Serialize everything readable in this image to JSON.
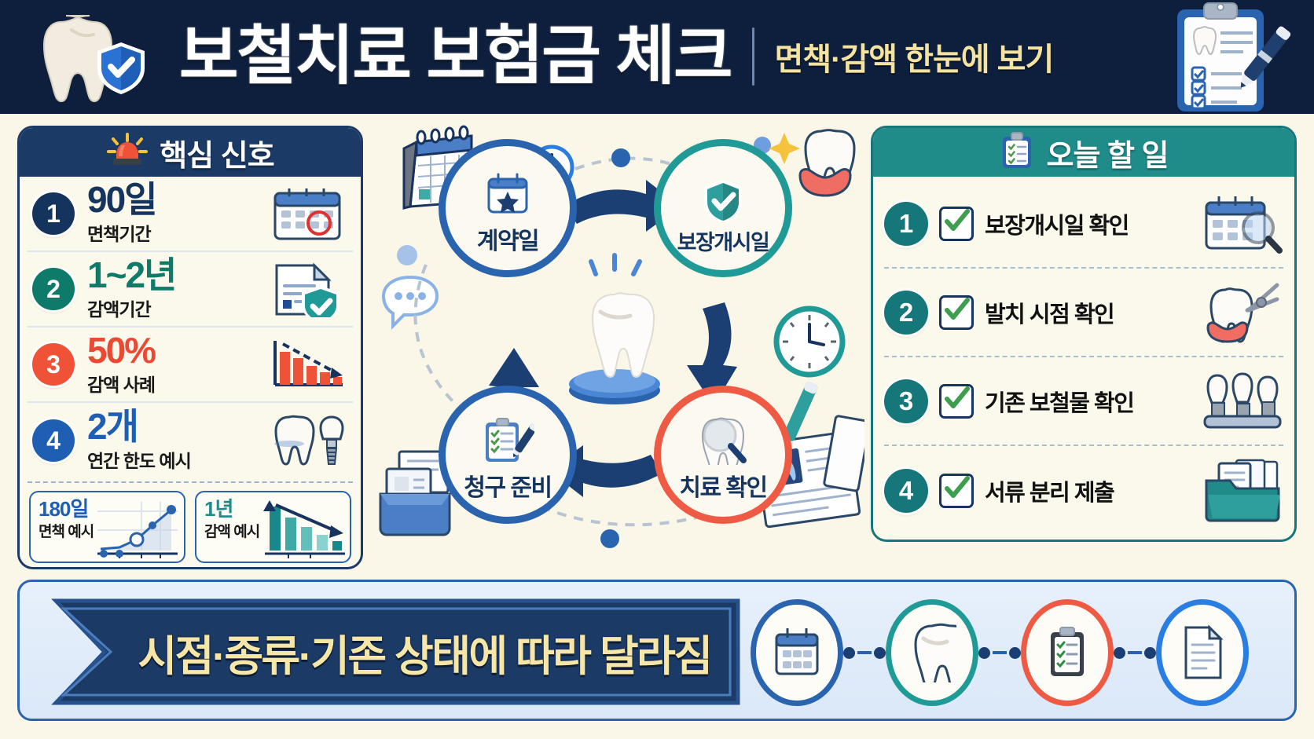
{
  "header": {
    "title": "보철치료 보험금 체크",
    "subtitle": "면책·감액 한눈에 보기",
    "left_icon": "tooth-shield-icon",
    "right_icon": "clipboard-pen-icon",
    "bg_color": "#0d1f3c",
    "subtitle_color": "#f4e3a1"
  },
  "left_panel": {
    "header_title": "핵심 신호",
    "header_icon": "siren-icon",
    "header_bg": "#1b3a66",
    "items": [
      {
        "num": "1",
        "big": "90일",
        "sub": "면책기간",
        "badge_color": "#14345e",
        "big_color": "#16355e",
        "icon": "calendar-circle-icon"
      },
      {
        "num": "2",
        "big": "1~2년",
        "sub": "감액기간",
        "badge_color": "#0d7a6a",
        "big_color": "#0d7a6a",
        "icon": "document-shield-icon"
      },
      {
        "num": "3",
        "big": "50%",
        "sub": "감액 사례",
        "badge_color": "#ef5236",
        "big_color": "#ea4a33",
        "icon": "declining-bar-chart-icon"
      },
      {
        "num": "4",
        "big": "2개",
        "sub": "연간 한도 예시",
        "badge_color": "#1e5fb4",
        "big_color": "#1e5fb4",
        "icon": "tooth-implant-icon"
      }
    ],
    "cards": [
      {
        "big": "180일",
        "sub": "면책 예시",
        "big_color": "#1e5fb4",
        "gfx": "rising-line-chart-icon"
      },
      {
        "big": "1년",
        "sub": "감액 예시",
        "big_color": "#1f8c8a",
        "gfx": "declining-teal-bar-chart-icon"
      }
    ]
  },
  "center": {
    "nodes": [
      {
        "label": "계약일",
        "ring_color": "#2a63ae",
        "icon": "calendar-star-icon"
      },
      {
        "label": "보장개시일",
        "ring_color": "#1f9a96",
        "icon": "shield-check-icon"
      },
      {
        "label": "치료 확인",
        "ring_color": "#ef5a44",
        "icon": "tooth-magnifier-icon"
      },
      {
        "label": "청구 준비",
        "ring_color": "#2a63ae",
        "icon": "clipboard-pen-icon"
      }
    ],
    "center_icon": "tooth-pedestal-icon",
    "decor": [
      "desk-calendar-icon",
      "clock-icon",
      "sparkle-icon",
      "tooth-gum-icon",
      "wall-clock-icon",
      "speech-bubble-icon",
      "file-tray-icon",
      "xray-documents-icon"
    ]
  },
  "right_panel": {
    "header_title": "오늘 할 일",
    "header_icon": "clipboard-check-icon",
    "header_bg": "#1f8c8a",
    "items": [
      {
        "num": "1",
        "label": "보장개시일 확인",
        "icon": "calendar-magnifier-icon"
      },
      {
        "num": "2",
        "label": "발치 시점 확인",
        "icon": "tooth-extraction-icon"
      },
      {
        "num": "3",
        "label": "기존 보철물 확인",
        "icon": "dental-bridge-icon"
      },
      {
        "num": "4",
        "label": "서류 분리 제출",
        "icon": "document-folder-icon"
      }
    ],
    "badge_color": "#16777a",
    "check_color": "#3f9e4d"
  },
  "bottom": {
    "ribbon_text": "시점·종류·기존 상태에 따라 달라짐",
    "ribbon_bg": "#1b3a66",
    "ribbon_text_color": "#f6e6a8",
    "chain": [
      {
        "icon": "calendar-icon",
        "ring_color": "#2a63ae"
      },
      {
        "icon": "tooth-icon",
        "ring_color": "#1f9a96"
      },
      {
        "icon": "clipboard-check-icon",
        "ring_color": "#ef5a44"
      },
      {
        "icon": "document-icon",
        "ring_color": "#2a7de1"
      }
    ]
  }
}
